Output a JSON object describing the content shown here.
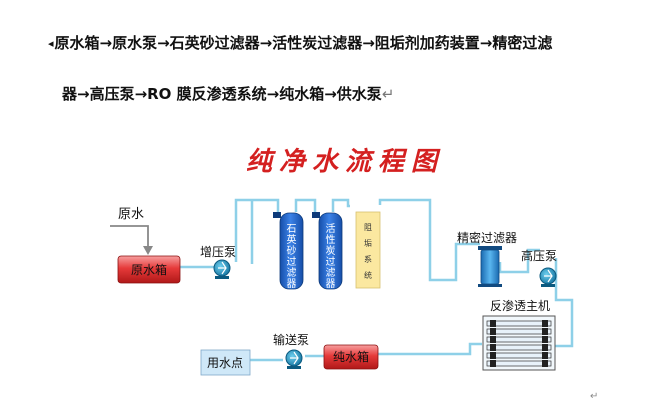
{
  "text": {
    "bullet": "◂",
    "line1": "原水箱→原水泵→石英砂过滤器→活性炭过滤器→阻垢剂加药装置→精密过滤",
    "line2": "器→高压泵→RO 膜反渗透系统→纯水箱→供水泵",
    "return_mark": "↵",
    "corner_mark": "↵"
  },
  "diagram": {
    "title": "纯净水流程图",
    "raw_water_label": "原水",
    "raw_tank": "原水箱",
    "boost_pump": "增压泵",
    "sand_filter": [
      "石",
      "英",
      "砂",
      "过",
      "滤",
      "器"
    ],
    "carbon_filter": [
      "活",
      "性",
      "炭",
      "过",
      "滤",
      "器"
    ],
    "scale_system": [
      "阻",
      "垢",
      "系",
      "统"
    ],
    "precision_filter": "精密过滤器",
    "high_pressure_pump": "高压泵",
    "ro_host": "反渗透主机",
    "pure_tank": "纯水箱",
    "transfer_pump": "输送泵",
    "use_point": "用水点"
  },
  "colors": {
    "pipe": "#8ed0e8",
    "tank_red": "#e84040",
    "title_red": "#d42020",
    "filter_blue": "#1e5fcf",
    "scale_yellow": "#fbe8a0",
    "precision_blue": "#2e8fd8",
    "use_point_fill": "#cfe8f8",
    "arrow": "#888888"
  }
}
